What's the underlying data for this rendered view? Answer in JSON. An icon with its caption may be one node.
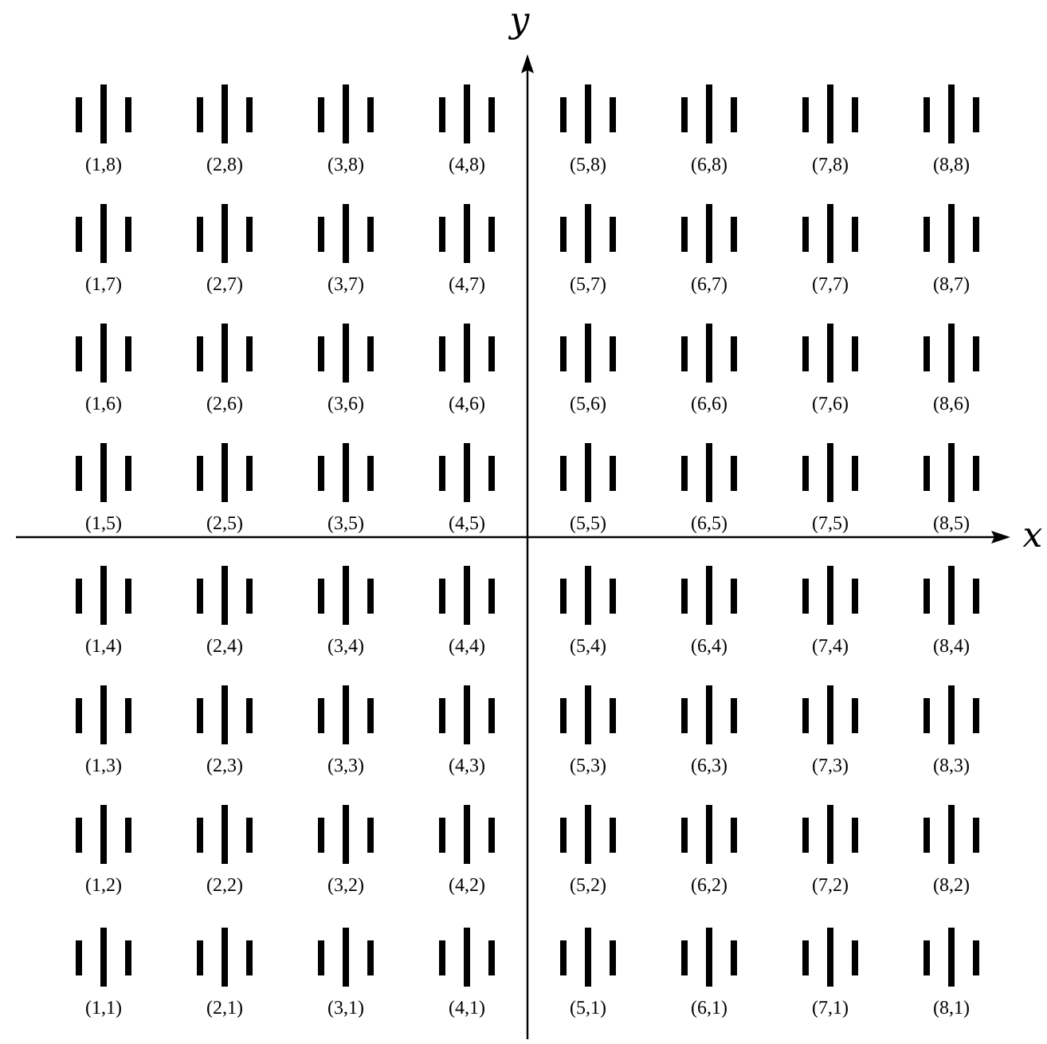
{
  "diagram": {
    "labels": [
      "y",
      "(1,8)",
      "(2,8)",
      "(3,8)",
      "(4,8)",
      "(5,8)",
      "(6,8)",
      "(7,8)",
      "(8,8)",
      "(1,7)",
      "(2,7)",
      "(3,7)",
      "(4,7)",
      "(5,7)",
      "(6,7)",
      "(7,7)",
      "(8,7)",
      "(1,6)",
      "(2,6)",
      "(3,6)",
      "(4,6)",
      "(5,6)",
      "(6,6)",
      "(7,6)",
      "(8,6)",
      "(1,5)",
      "(2,5)",
      "(3,5)",
      "(4,5)",
      "(5,5)",
      "(6,5)",
      "(7,5)",
      "(8,5)",
      "x",
      "(1,4)",
      "(2,4)",
      "(3,4)",
      "(4,4)",
      "(5,4)",
      "(6,4)",
      "(7,4)",
      "(8,4)",
      "(1,3)",
      "(2,3)",
      "(3,3)",
      "(4,3)",
      "(5,3)",
      "(6,3)",
      "(7,3)",
      "(8,3)",
      "(1,2)",
      "(2,2)",
      "(3,2)",
      "(4,2)",
      "(5,2)",
      "(6,2)",
      "(7,2)",
      "(8,2)",
      "(1,1)",
      "(2,1)",
      "(3,1)",
      "(4,1)",
      "(5,1)",
      "(6,1)",
      "(7,1)",
      "(8,1)"
    ]
  }
}
